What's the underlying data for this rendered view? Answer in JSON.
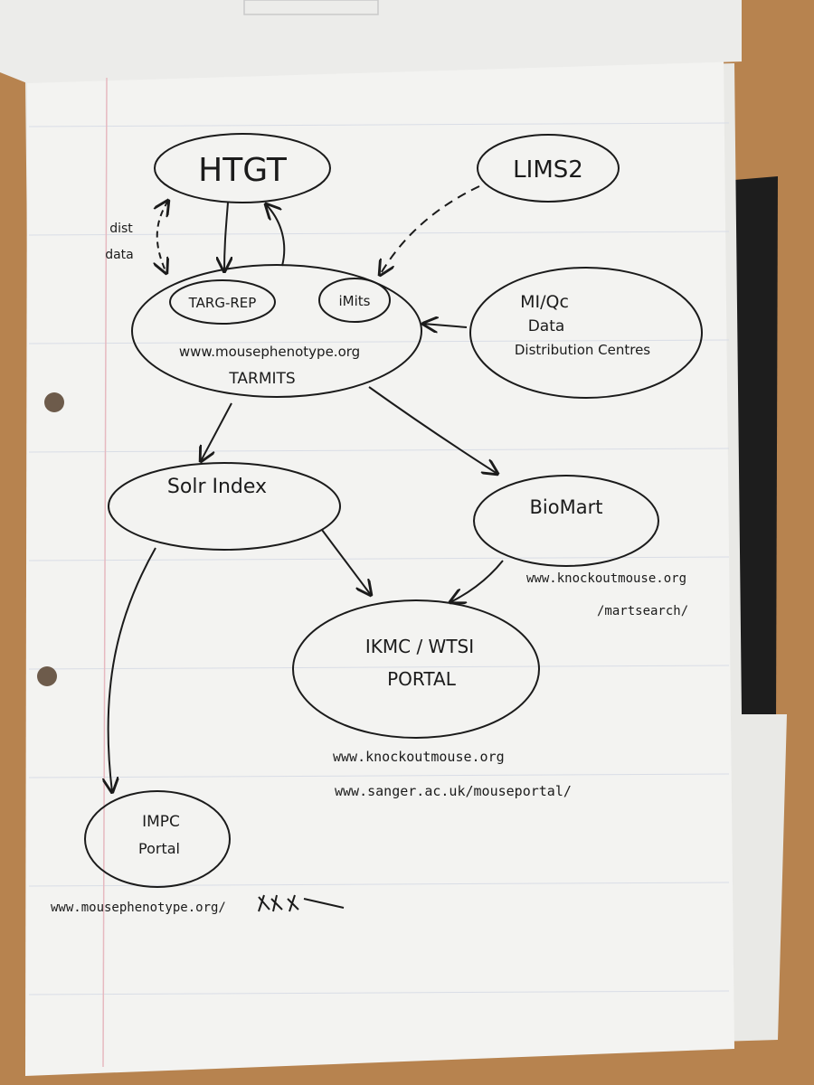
{
  "nodes": {
    "htgt": {
      "label": "HTGT"
    },
    "lims2": {
      "label": "LIMS2"
    },
    "tarmits": {
      "label1": "www.mousephenotype.org",
      "label2": "TARMITS"
    },
    "targrep": {
      "label": "TARG-REP"
    },
    "imits": {
      "label": "iMits"
    },
    "mi_qc": {
      "label1": "MI/Qc",
      "label2": "Data",
      "label3": "Distribution Centres"
    },
    "solr": {
      "label": "Solr Index"
    },
    "biomart": {
      "label": "BioMart"
    },
    "ikmc": {
      "label1": "IKMC / WTSI",
      "label2": "PORTAL"
    },
    "impc": {
      "label1": "IMPC",
      "label2": "Portal"
    }
  },
  "annotations": {
    "dist_data_1": "dist",
    "dist_data_2": "data"
  },
  "urls": {
    "biomart_1": "www.knockoutmouse.org",
    "biomart_2": "/martsearch/",
    "ikmc_1": "www.knockoutmouse.org",
    "ikmc_2": "www.sanger.ac.uk/mouseportal/",
    "impc": "www.mousephenotype.org/"
  },
  "colors": {
    "ink": "#1b1b1b",
    "paper": "#f3f3f1",
    "desk": "#b7834f",
    "margin_line": "#e6b9c0",
    "rule_line": "#d9dde6"
  }
}
